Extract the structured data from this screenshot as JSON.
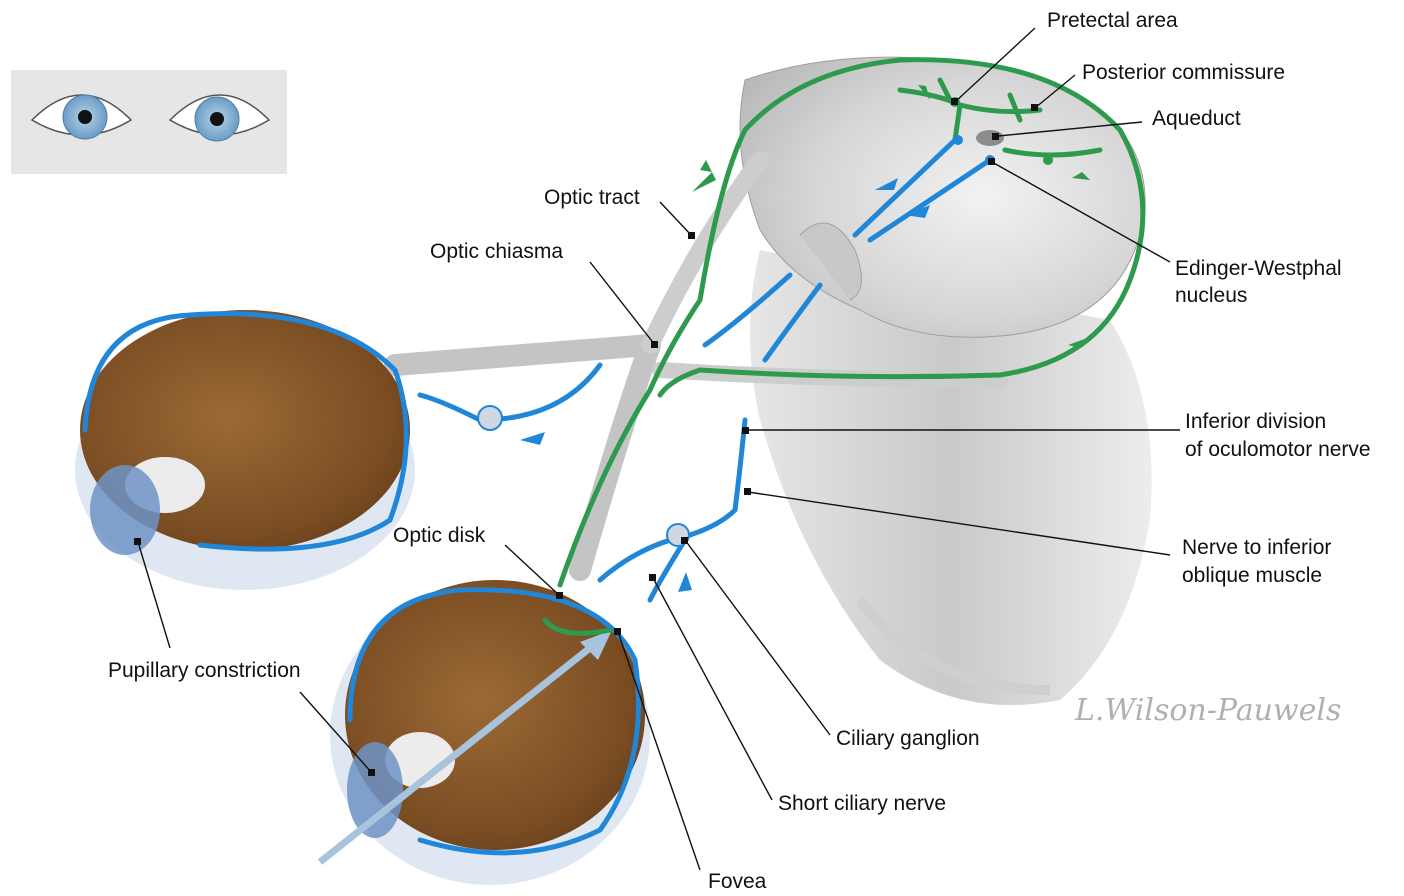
{
  "labels": {
    "pretectal_area": "Pretectal area",
    "posterior_commissure": "Posterior commissure",
    "aqueduct": "Aqueduct",
    "optic_tract": "Optic tract",
    "optic_chiasma": "Optic chiasma",
    "edinger_line1": "Edinger-Westphal",
    "edinger_line2": "nucleus",
    "inferior_line1": "Inferior division",
    "inferior_line2": "of oculomotor nerve",
    "nerve_line1": "Nerve to inferior",
    "nerve_line2": "oblique muscle",
    "optic_disk": "Optic disk",
    "pupillary_constriction": "Pupillary constriction",
    "ciliary_ganglion": "Ciliary ganglion",
    "short_ciliary_nerve": "Short ciliary nerve",
    "fovea": "Fovea"
  },
  "signature": "L.Wilson-Pauwels",
  "colors": {
    "afferent": "#2e9a4e",
    "efferent": "#1f86d8",
    "brain": "#d9d9d9",
    "eyeball_interior": "#8a5a2a",
    "iris": "#8fb6d6"
  }
}
